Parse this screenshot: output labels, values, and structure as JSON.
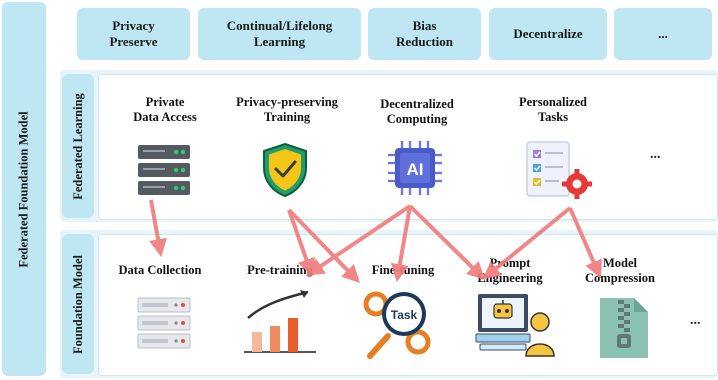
{
  "outer_label": "Federated Foundation Model",
  "top_boxes": [
    "Privacy\nPreserve",
    "Continual/Lifelong\nLearning",
    "Bias\nReduction",
    "Decentralize",
    "..."
  ],
  "federated": {
    "label": "Federated Learning",
    "items": [
      "Private\nData Access",
      "Privacy-preserving\nTraining",
      "Decentralized\nComputing",
      "Personalized\nTasks"
    ],
    "ellipsis": "...",
    "icon_names": [
      "server-icon",
      "shield-check-icon",
      "ai-chip-icon",
      "checklist-gear-icon"
    ]
  },
  "foundation": {
    "label": "Foundation Model",
    "items": [
      "Data Collection",
      "Pre-training",
      "Fine-tuning",
      "Prompt\nEngineering",
      "Model\nCompression"
    ],
    "ellipsis": "...",
    "icon_names": [
      "server-rack-icon",
      "growth-chart-icon",
      "task-gears-icon",
      "robot-monitor-icon",
      "zip-file-icon"
    ]
  },
  "chip_text": "AI",
  "task_text": "Task",
  "colors": {
    "light_blue": "#bfe6f3",
    "band": "#e7f5fb",
    "arrow": "#f07a7a",
    "shield": "#f5c518",
    "chip": "#5b6fd6"
  }
}
